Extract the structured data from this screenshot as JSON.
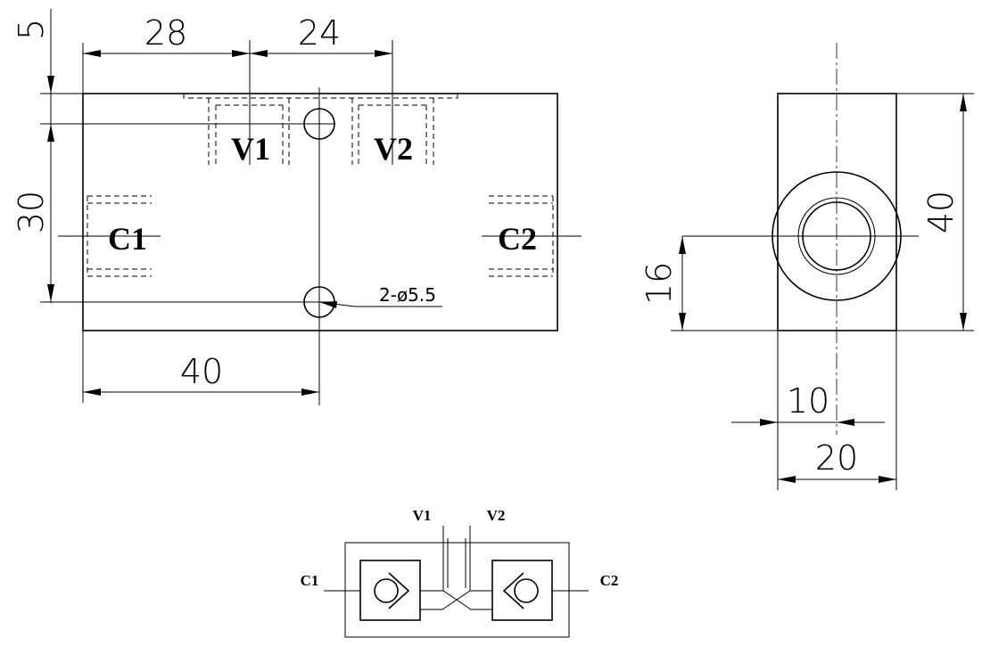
{
  "dimensions": {
    "front_top_offset": "5",
    "front_v1_x": "28",
    "front_v1_v2_spacing": "24",
    "front_hole_spacing": "30",
    "front_hole_x": "40",
    "side_height": "40",
    "side_port_height": "16",
    "side_port_x": "10",
    "side_width": "20"
  },
  "hole_note": "2-ø5.5",
  "ports": {
    "v1": "V1",
    "v2": "V2",
    "c1": "C1",
    "c2": "C2"
  },
  "schematic_labels": {
    "v1": "V1",
    "v2": "V2",
    "c1": "C1",
    "c2": "C2"
  }
}
